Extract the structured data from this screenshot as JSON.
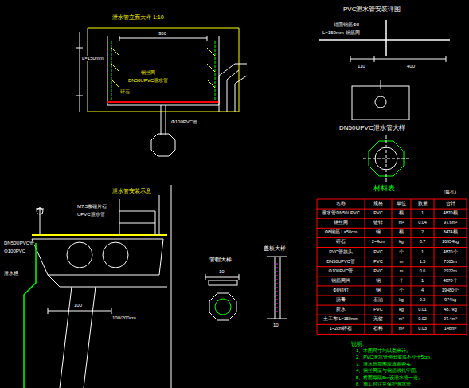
{
  "diagram": {
    "labels": [
      "泄水管立面大样 1:10",
      "300",
      "L=150mm",
      "钢丝网",
      "DN50UPVC泄水管",
      "碎石",
      "Φ100PVC管",
      "PVC泄水管安装详图",
      "锚固钢筋Φ8",
      "L=150mm 钢筋网",
      "110",
      "400",
      "DN50UPVC泄水管大样",
      "材料表",
      "(每孔)",
      "泄水管安装示意",
      "M7.5浆砌片石",
      "UPVC泄水管",
      "DN50UPVC管",
      "Φ100PVC",
      "泄水槽",
      "100",
      "100/200cm",
      "管帽大样",
      "10",
      "盖板大样",
      "10",
      "名称",
      "规格",
      "单位",
      "数量",
      "合计",
      "泄水管DN50UPVC",
      "PVC",
      "根",
      "1",
      "4870根",
      "钢丝网",
      "镀锌",
      "m²",
      "0.04",
      "97.6m²",
      "Φ8钢筋 L=50cm",
      "钢",
      "根",
      "2",
      "3474根",
      "碎石",
      "2~4cm",
      "kg",
      "8.7",
      "16954kg",
      "PVC管接头",
      "PVC",
      "个",
      "1",
      "4870个",
      "DN50UPVC管",
      "PVC",
      "m",
      "1.5",
      "7305m",
      "Φ100PVC管",
      "PVC",
      "m",
      "0.6",
      "2922m",
      "钢筋网片",
      "钢",
      "个",
      "1",
      "4870个",
      "Φ8锚钉",
      "钢",
      "个",
      "4",
      "19480个",
      "沥青",
      "石油",
      "kg",
      "0.2",
      "974kg",
      "胶水",
      "PVC",
      "kg",
      "0.01",
      "48.7kg",
      "土工布 L=150mm",
      "无纺",
      "m²",
      "0.02",
      "97.4m²",
      "1~2cm碎石",
      "石料",
      "m³",
      "0.03",
      "146m³",
      "说明:",
      "1、本图尺寸均以毫米计。",
      "2、PVC泄水管伸出梁底不小于5cm。",
      "3、泄水管周围应填塞密实。",
      "4、钢丝网应与钢筋绑扎牢固。",
      "5、桥面每隔5m设泄水管一道。",
      "6、施工时注意保护泄水管。"
    ]
  }
}
